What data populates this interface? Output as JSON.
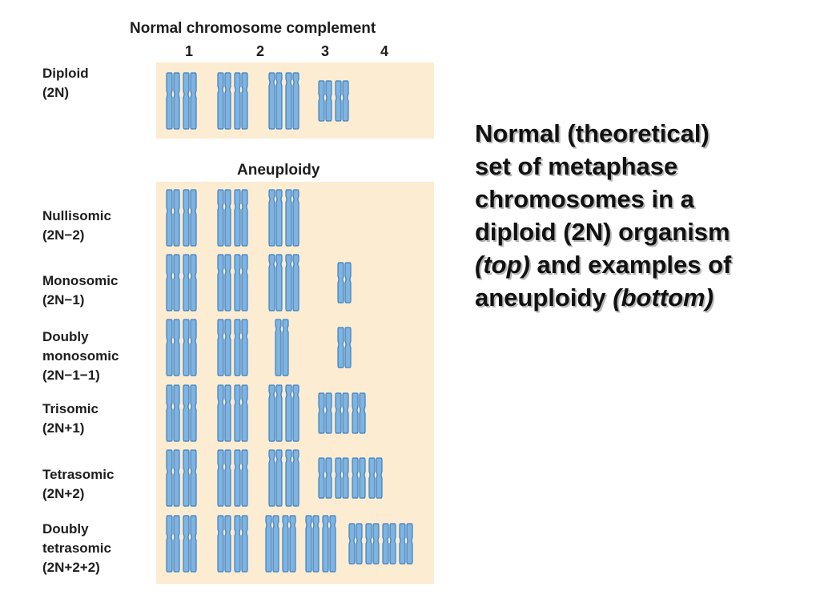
{
  "normal": {
    "heading": "Normal chromosome complement",
    "columns": [
      "1",
      "2",
      "3",
      "4"
    ],
    "row": {
      "name": "Diploid",
      "formula": "(2N)",
      "counts": [
        2,
        2,
        2,
        2
      ]
    }
  },
  "aneuploidy": {
    "heading": "Aneuploidy",
    "rows": [
      {
        "name": "Nullisomic",
        "formula": "(2N−2)",
        "counts": [
          2,
          2,
          2,
          0
        ]
      },
      {
        "name": "Monosomic",
        "formula": "(2N−1)",
        "counts": [
          2,
          2,
          2,
          1
        ]
      },
      {
        "name_lines": [
          "Doubly",
          "monosomic"
        ],
        "formula": "(2N−1−1)",
        "counts": [
          2,
          2,
          1,
          1
        ]
      },
      {
        "name": "Trisomic",
        "formula": "(2N+1)",
        "counts": [
          2,
          2,
          2,
          3
        ]
      },
      {
        "name": "Tetrasomic",
        "formula": "(2N+2)",
        "counts": [
          2,
          2,
          2,
          4
        ]
      },
      {
        "name_lines": [
          "Doubly",
          "tetrasomic"
        ],
        "formula": "(2N+2+2)",
        "counts": [
          2,
          2,
          4,
          4
        ]
      }
    ]
  },
  "caption": {
    "line1": "Normal (theoretical)",
    "line2": "set of metaphase",
    "line3": "chromosomes in a",
    "line4": "diploid (2N) organism",
    "line5_italic": "(top)",
    "line5_rest": " and examples of",
    "line6_text": "aneuploidy ",
    "line6_italic": "(bottom)"
  },
  "colors": {
    "panel": "#fbecd2",
    "chromosome_fill": "#7db4e2",
    "chromosome_stroke": "#3f7fbf",
    "text": "#1d1d1d"
  }
}
